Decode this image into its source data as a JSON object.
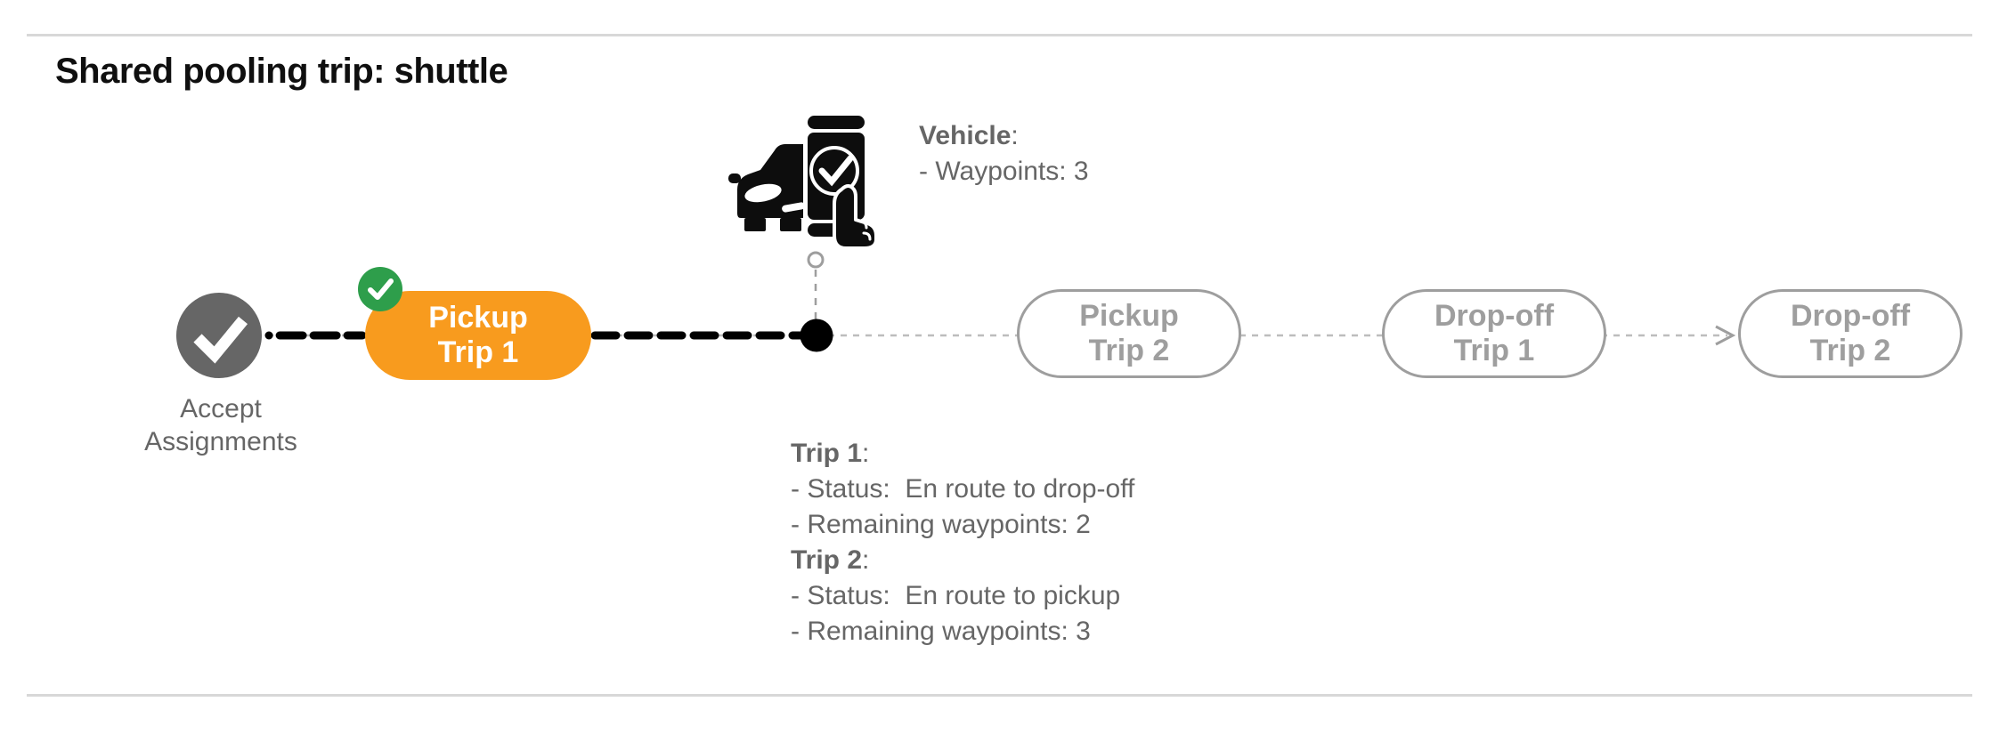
{
  "page": {
    "title": "Shared pooling trip: shuttle"
  },
  "colors": {
    "accent_orange": "#f89b1e",
    "success_green": "#2e9e4b",
    "node_gray": "#666666",
    "pill_gray": "#9e9e9e"
  },
  "punct": {
    "colon": ":"
  },
  "timeline": {
    "start_node": {
      "icon": "check-icon",
      "lines": [
        "Accept",
        "Assignments"
      ]
    },
    "stops": [
      {
        "id": "pickup-trip-1",
        "line1": "Pickup",
        "line2": "Trip 1",
        "state": "completed-current",
        "badge": "check-badge"
      },
      {
        "id": "pickup-trip-2",
        "line1": "Pickup",
        "line2": "Trip 2",
        "state": "upcoming"
      },
      {
        "id": "dropoff-trip-1",
        "line1": "Drop-off",
        "line2": "Trip 1",
        "state": "upcoming"
      },
      {
        "id": "dropoff-trip-2",
        "line1": "Drop-off",
        "line2": "Trip 2",
        "state": "upcoming"
      }
    ]
  },
  "vehicle_panel": {
    "icon": "vehicle-phone-check-icon",
    "title": "Vehicle",
    "lines": [
      "- Waypoints: 3"
    ]
  },
  "trip_panel": {
    "sections": [
      {
        "title": "Trip 1",
        "lines": [
          "- Status:  En route to drop-off",
          "- Remaining waypoints: 2"
        ]
      },
      {
        "title": "Trip 2",
        "lines": [
          "- Status:  En route to pickup",
          "- Remaining waypoints: 3"
        ]
      }
    ]
  }
}
